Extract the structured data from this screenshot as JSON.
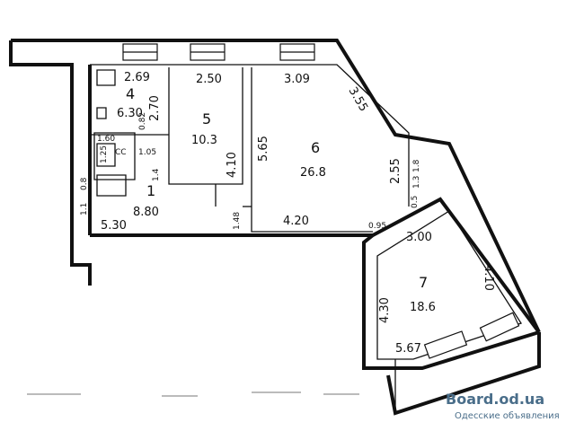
{
  "rooms": [
    {
      "id": "4",
      "number": "4",
      "area": "6.30",
      "dims": [
        "2.69",
        "2.70"
      ]
    },
    {
      "id": "5",
      "number": "5",
      "area": "10.3",
      "dims": [
        "2.50",
        "4.10"
      ]
    },
    {
      "id": "6",
      "number": "6",
      "area": "26.8",
      "dims": [
        "3.09",
        "5.65",
        "3.55",
        "2.55",
        "4.20"
      ]
    },
    {
      "id": "1",
      "number": "1",
      "area": "8.80",
      "dims": [
        "5.30"
      ]
    },
    {
      "id": "7",
      "number": "7",
      "area": "18.6",
      "dims": [
        "3.00",
        "4.30",
        "4.10",
        "5.67"
      ]
    }
  ],
  "small_labels": {
    "bath_w": "1.60",
    "bath_h": "1.25",
    "wc_w": "1.05",
    "closet": "0.82",
    "hall_1": "1.4",
    "hall_2": "0.8",
    "hall_3": "1.1",
    "door_1": "1.48",
    "corner_1": "0.95",
    "corner_2": "0.5",
    "corner_3": "1.8",
    "corner_4": "1.3",
    "bath_label": "СС"
  },
  "watermark": {
    "site": "Board.od.ua",
    "tagline": "Одесские объявления"
  }
}
